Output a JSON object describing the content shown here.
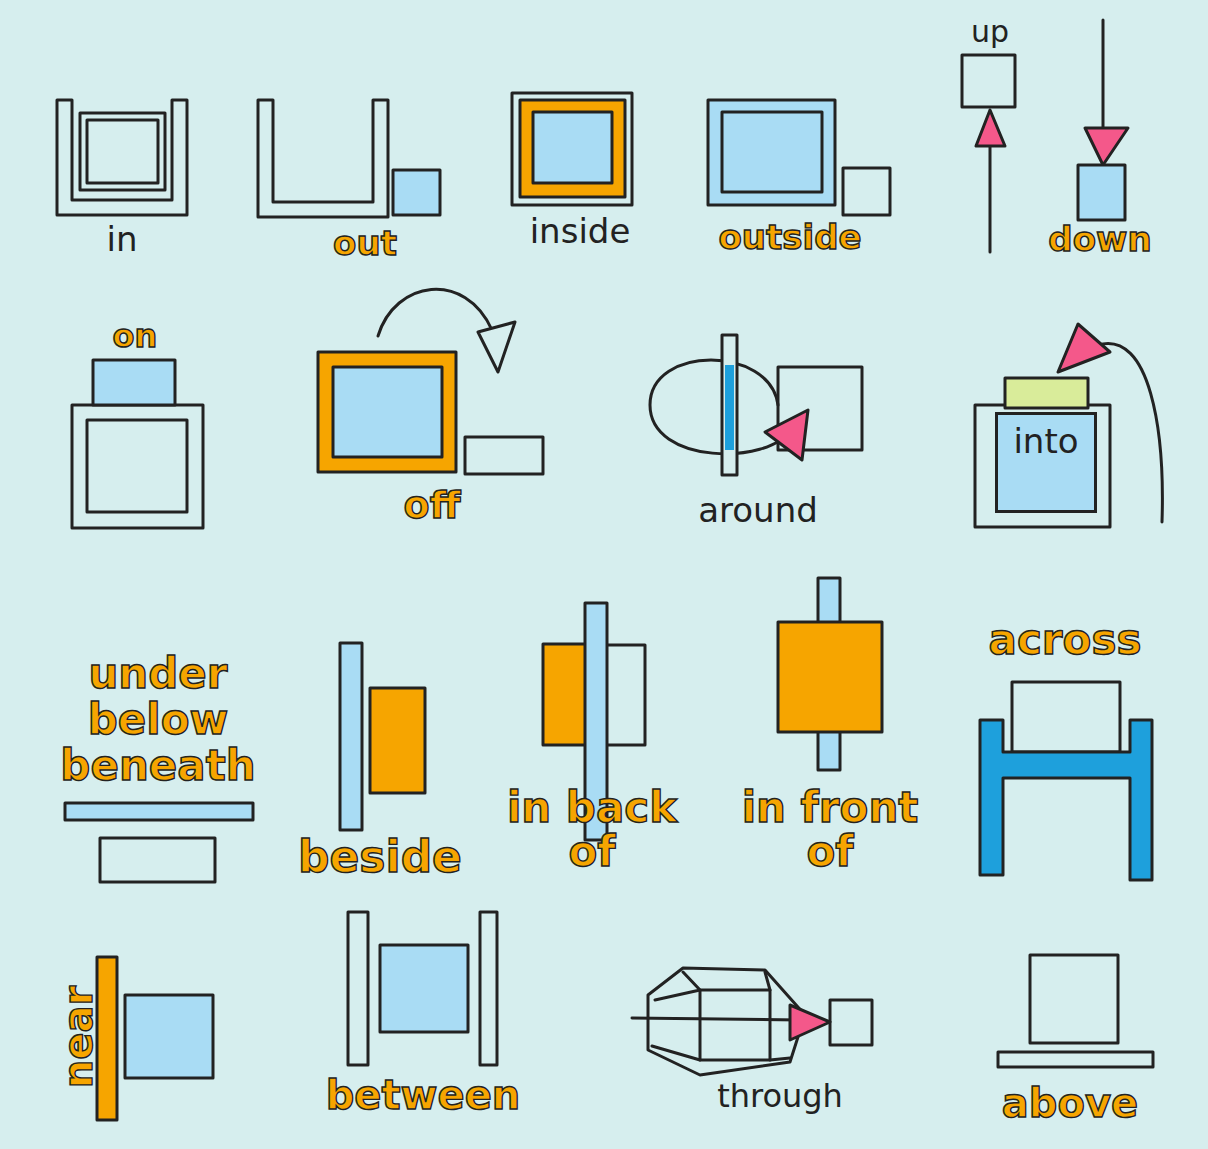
{
  "diagram": {
    "nodes": [
      {
        "text": [
          "into"
        ]
      }
    ],
    "labels": [
      "in",
      "out",
      "inside",
      "outside",
      "up",
      "down",
      "on",
      "off",
      "around",
      "under",
      "below",
      "beneath",
      "beside",
      "in back of",
      "in front of",
      "across",
      "near",
      "between",
      "through",
      "above"
    ]
  }
}
